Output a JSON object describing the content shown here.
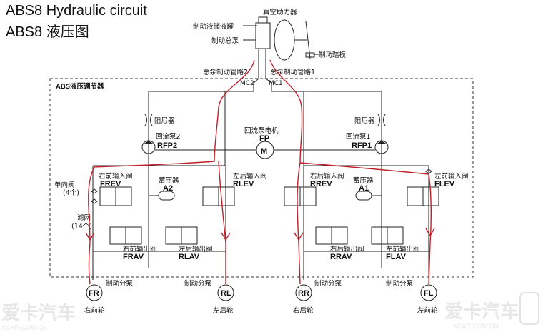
{
  "title_en": "ABS8 Hydraulic circuit",
  "title_cn": "ABS8 液压图",
  "top": {
    "reservoir": "制动液储液罐",
    "booster": "真空助力器",
    "master_cylinder": "制动总泵",
    "pedal": "制动踏板",
    "line2": "总泵制动管路2",
    "line1": "总泵制动管路1",
    "mc2": "MC2",
    "mc1": "MC1"
  },
  "unit": {
    "title": "ABS液压调节器",
    "damper_left": "阻尼器",
    "damper_right": "阻尼器",
    "pump2_cn": "回流泵2",
    "pump2_code": "RFP2",
    "pump1_cn": "回流泵1",
    "pump1_code": "RFP1",
    "motor_cn": "回流泵电机",
    "motor_code": "FP",
    "motor_symbol": "M",
    "check_valve": "单向阀",
    "check_valve_count": "(4个)",
    "filter": "滤网",
    "filter_count": "(14个)",
    "accumulator_left_cn": "蓄压器",
    "accumulator_left_code": "A2",
    "accumulator_right_cn": "蓄压器",
    "accumulator_right_code": "A1",
    "inlet_valves": [
      {
        "cn": "右前输入阀",
        "code": "FREV"
      },
      {
        "cn": "左后输入阀",
        "code": "RLEV"
      },
      {
        "cn": "右后输入阀",
        "code": "RREV"
      },
      {
        "cn": "左前输入阀",
        "code": "FLEV"
      }
    ],
    "outlet_valves": [
      {
        "cn": "右前输出阀",
        "code": "FRAV"
      },
      {
        "cn": "左后输出阀",
        "code": "RLAV"
      },
      {
        "cn": "右后输出阀",
        "code": "RRAV"
      },
      {
        "cn": "左前输出阀",
        "code": "FLAV"
      }
    ]
  },
  "wheels": [
    {
      "code": "FR",
      "caliper": "制动分泵",
      "name": "右前轮"
    },
    {
      "code": "RL",
      "caliper": "制动分泵",
      "name": "左后轮"
    },
    {
      "code": "RR",
      "caliper": "制动分泵",
      "name": "右后轮"
    },
    {
      "code": "FL",
      "caliper": "制动分泵",
      "name": "左前轮"
    }
  ],
  "watermark": {
    "brand_left": "爱卡汽车",
    "url_left": "XCAR.COM.CN",
    "brand_right": "爱卡汽车",
    "url_right": "XCAR.COM.CN"
  },
  "colors": {
    "line": "#222222",
    "annotation": "#c0202a"
  }
}
